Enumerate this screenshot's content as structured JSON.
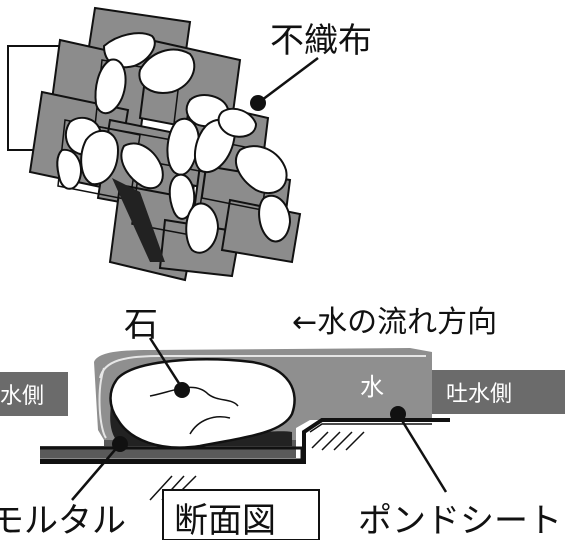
{
  "labels": {
    "fabric": "不織布",
    "stone": "石",
    "flow_direction": "←水の流れ方向",
    "water": "水",
    "inlet_side": "水側",
    "outlet_side": "吐水側",
    "mortar": "モルタル",
    "section_view": "断面図",
    "pond_sheet": "ポンドシート"
  },
  "colors": {
    "fabric_panel": "#8c8c8c",
    "water": "#8f8f8f",
    "tag_background": "#6b6b6b",
    "line": "#111111",
    "stone_fill": "#ffffff"
  }
}
